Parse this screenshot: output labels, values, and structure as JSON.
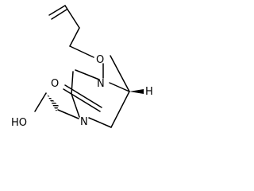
{
  "structure": {
    "atoms": {
      "oxygen_ether": "O",
      "nitrogen_bridge": "N",
      "oxygen_carbonyl": "O",
      "hydrogen": "H",
      "hydroxyl": "HO",
      "nitrogen_ring": "N"
    },
    "colors": {
      "bond": "#000000",
      "text": "#000000",
      "background": "#ffffff"
    }
  }
}
